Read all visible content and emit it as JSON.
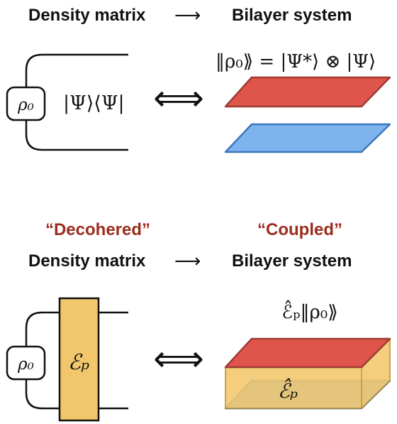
{
  "colors": {
    "red_layer": "#E0554B",
    "red_edge": "#9E3B33",
    "blue_layer": "#7FB3EE",
    "blue_edge": "#3C78BF",
    "channel_fill": "#F2C76B",
    "channel_edge": "#B88A2C",
    "accent_text": "#9B2C1E"
  },
  "top": {
    "left_heading": "Density matrix",
    "arrow": "⟶",
    "right_heading": "Bilayer system",
    "rho_label": "ρ₀",
    "state_label": "|Ψ⟩⟨Ψ|",
    "equiv_symbol": "⟺",
    "formula": "‖ρ₀⟫ = |Ψ*⟩ ⊗ |Ψ⟩"
  },
  "bottom": {
    "left_quote": "“Decohered”",
    "right_quote": "“Coupled”",
    "left_heading": "Density matrix",
    "arrow": "⟶",
    "right_heading": "Bilayer system",
    "rho_label": "ρ₀",
    "channel_label": "ℰₚ",
    "equiv_symbol": "⟺",
    "formula": "ℰ̂ₚ‖ρ₀⟫",
    "layer_label": "ℰ̂ₚ"
  }
}
